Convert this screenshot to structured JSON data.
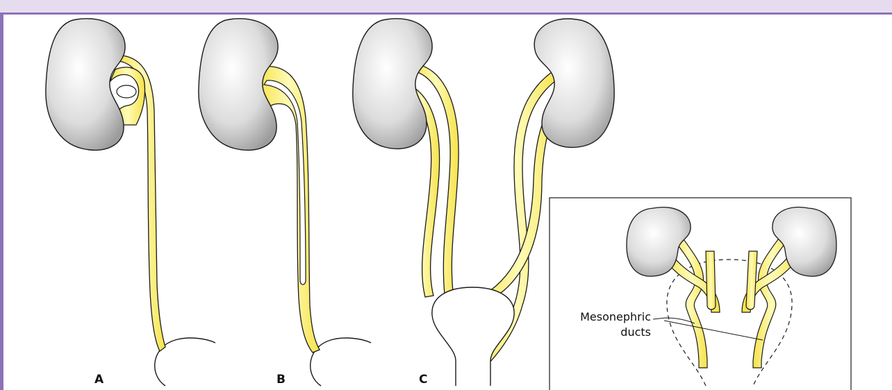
{
  "labels": {
    "panel_a": "A",
    "panel_b": "B",
    "panel_c": "C"
  },
  "inset": {
    "label_line1": "Mesonephric",
    "label_line2": "ducts"
  },
  "colors": {
    "border": "#8e72b8",
    "top_band": "#e6dcf0",
    "duct_fill": "#fdf79a",
    "kidney_fill": "#d9d9d9",
    "stroke": "#1a1a1a"
  }
}
